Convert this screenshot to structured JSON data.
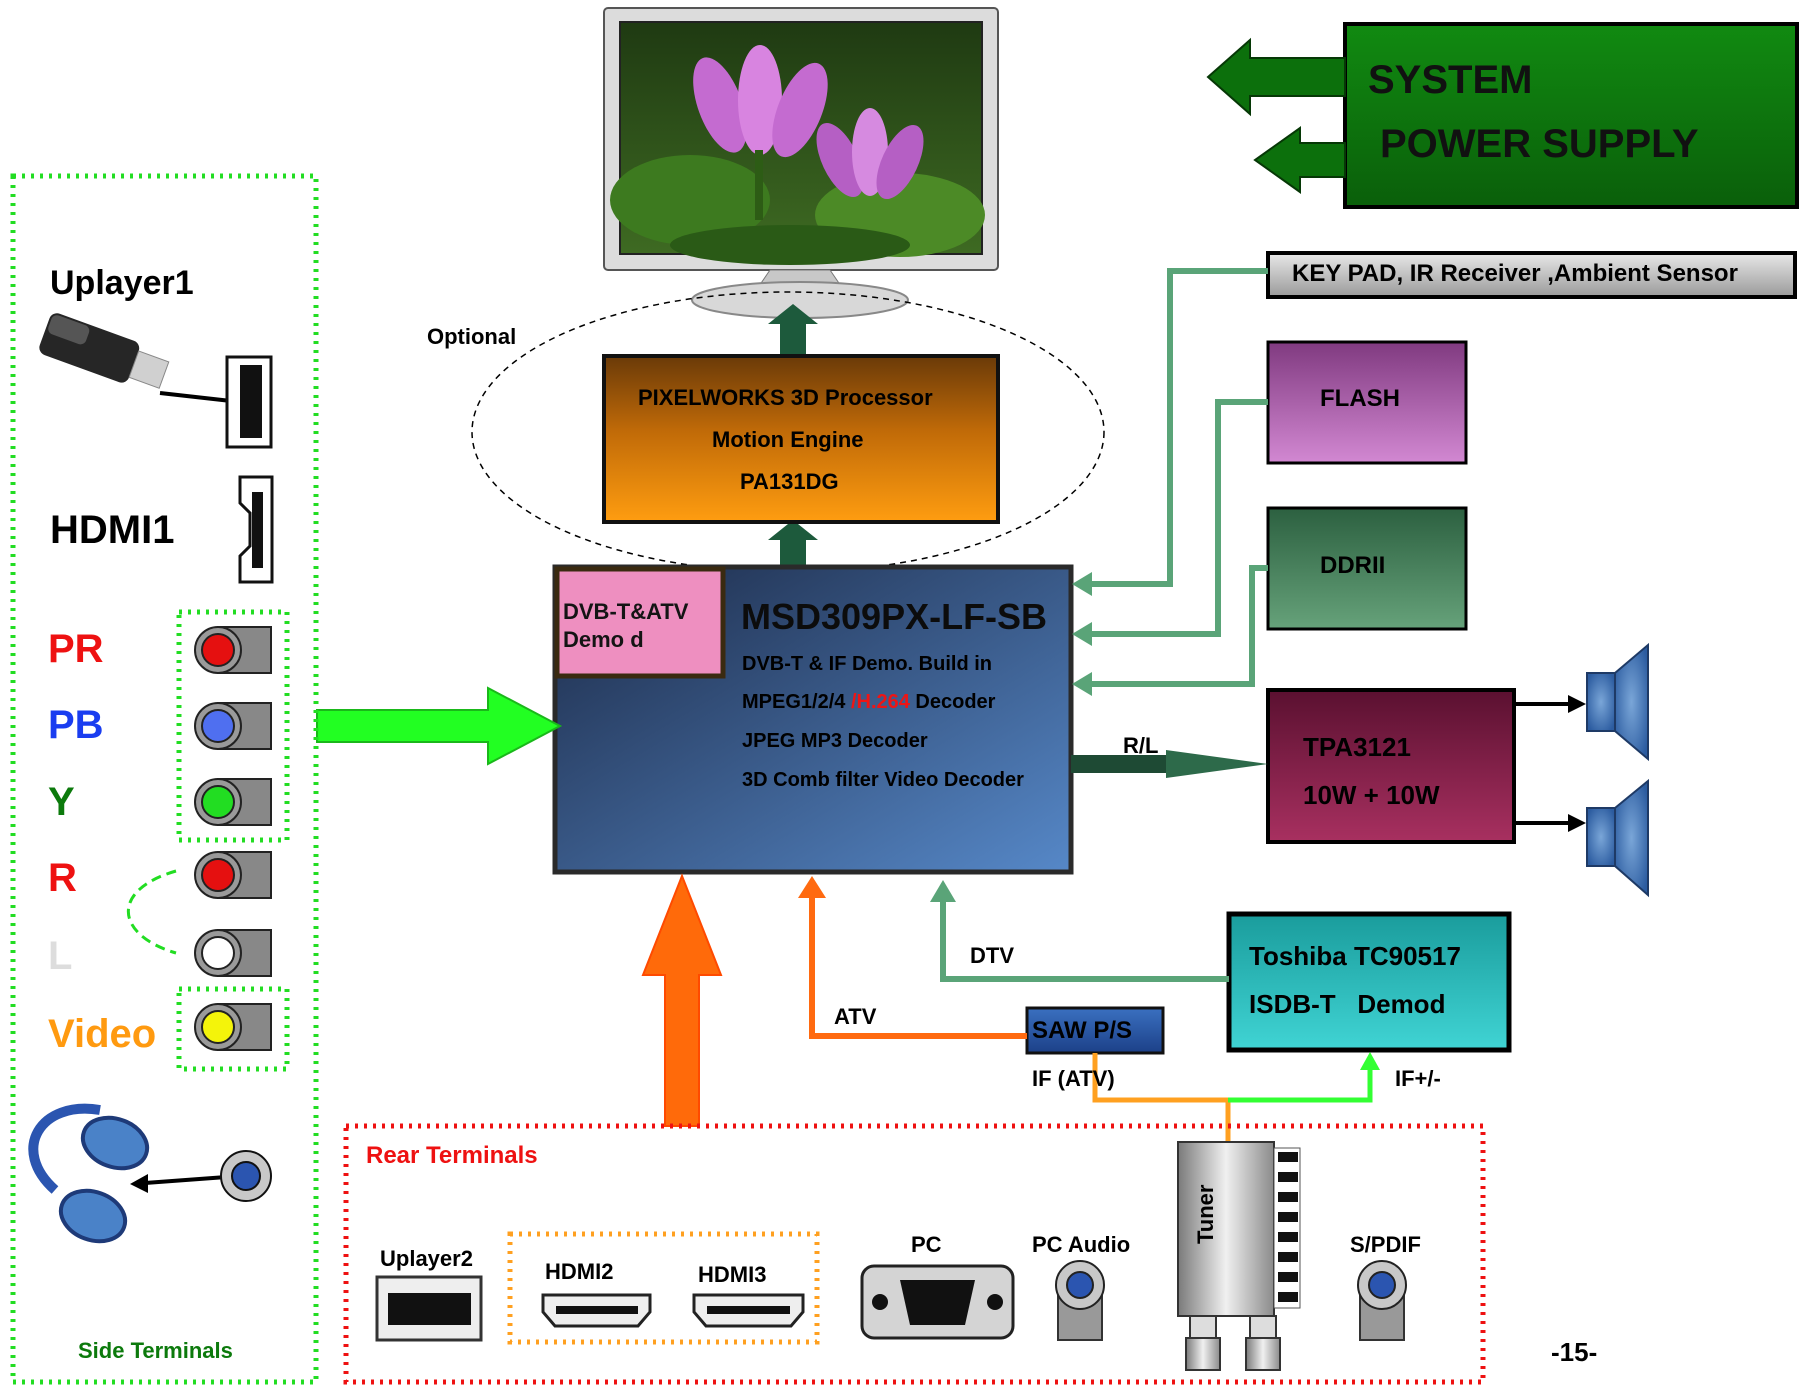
{
  "power": {
    "title_line1": "SYSTEM",
    "title_line2": "POWER SUPPLY"
  },
  "keypad": {
    "label": "KEY PAD, IR Receiver ,Ambient Sensor"
  },
  "flash": {
    "label": "FLASH"
  },
  "ddr": {
    "label": "DDRII"
  },
  "processor": {
    "line1": "PIXELWORKS 3D Processor",
    "line2": "Motion Engine",
    "line3": "PA131DG",
    "optional": "Optional"
  },
  "soc": {
    "title": "MSD309PX-LF-SB",
    "demod_line1": "DVB-T&ATV",
    "demod_line2": "Demo d",
    "feature1": "DVB-T & IF Demo. Build in",
    "feature2_a": "MPEG1/2/4 ",
    "feature2_b": "/H.264",
    "feature2_c": " Decoder",
    "feature3": "JPEG MP3 Decoder",
    "feature4": "3D Comb filter Video Decoder"
  },
  "amp": {
    "line1": "TPA3121",
    "line2": "10W + 10W",
    "rl": "R/L"
  },
  "toshiba": {
    "line1": "Toshiba TC90517",
    "line2": "ISDB-T   Demod"
  },
  "saw": {
    "label": "SAW P/S"
  },
  "signals": {
    "dtv": "DTV",
    "atv": "ATV",
    "if_atv": "IF (ATV)",
    "if_pm": "IF+/-"
  },
  "side": {
    "uplayer": "Uplayer1",
    "hdmi": "HDMI1",
    "pr": "PR",
    "pb": "PB",
    "y": "Y",
    "r": "R",
    "l": "L",
    "video": "Video",
    "footer": "Side Terminals"
  },
  "rear": {
    "title": "Rear Terminals",
    "uplayer": "Uplayer2",
    "hdmi2": "HDMI2",
    "hdmi3": "HDMI3",
    "pc": "PC",
    "pc_audio": "PC Audio",
    "tuner": "Tuner",
    "spdif": "S/PDIF"
  },
  "page": {
    "number": "-15-"
  },
  "colors": {
    "power": "#0a6e0a",
    "soc_top": "#20304f",
    "soc_bottom": "#5080c0",
    "processor": "#f08c0a",
    "flash": "#c070c0",
    "ddr": "#4a8a5c",
    "amp": "#8a2050",
    "toshiba": "#30c0c0",
    "saw": "#2a5aa8",
    "dotted_green": "#22dd22",
    "dotted_red": "#ee1111",
    "bus_green": "#5aa478"
  }
}
